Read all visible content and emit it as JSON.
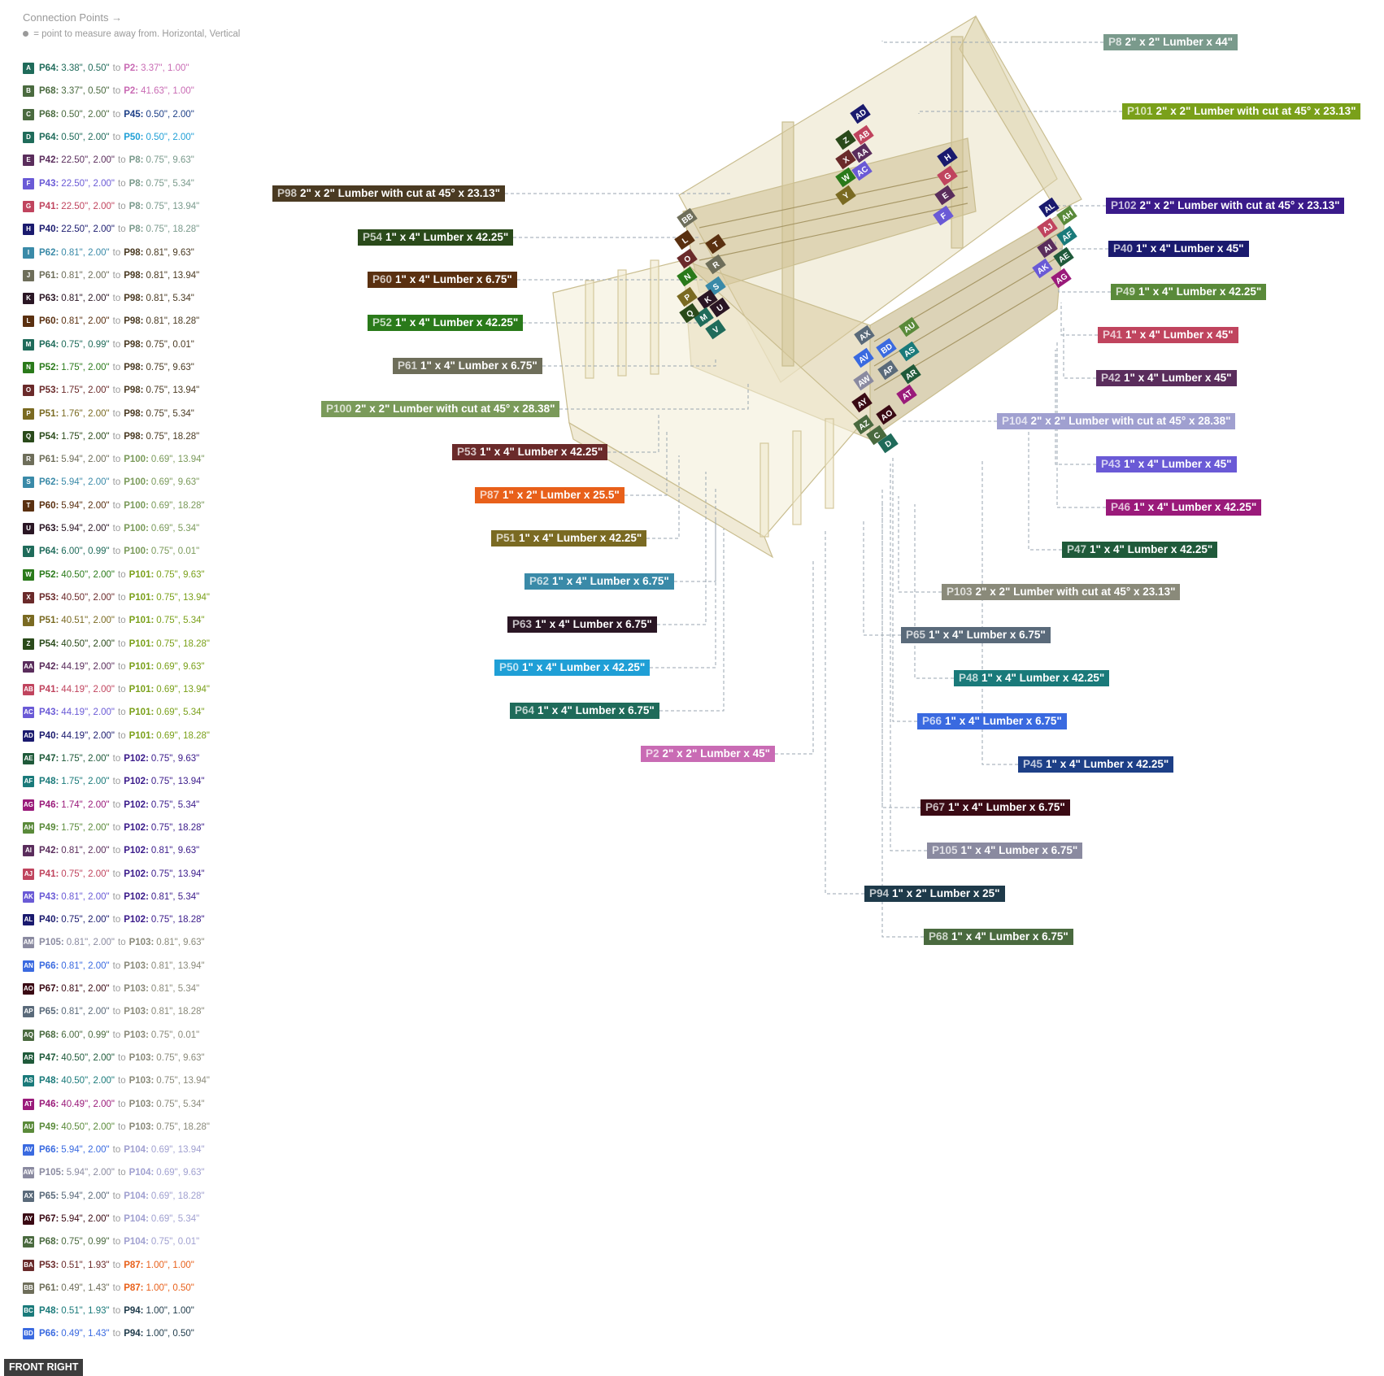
{
  "legend": {
    "title": "Connection Points →",
    "subtitle": "= point to measure away from. Horizontal, Vertical",
    "connector": "to",
    "rows": [
      {
        "id": "A",
        "color": "#1f6b5a",
        "a_part": "P64",
        "a_color": "#1f6b5a",
        "a_val": "3.38\", 0.50\"",
        "b_part": "P2",
        "b_color": "#c96bb4",
        "b_val": "3.37\", 1.00\""
      },
      {
        "id": "B",
        "color": "#4a6a3f",
        "a_part": "P68",
        "a_color": "#4a6a3f",
        "a_val": "3.37\", 0.50\"",
        "b_part": "P2",
        "b_color": "#c96bb4",
        "b_val": "41.63\", 1.00\""
      },
      {
        "id": "C",
        "color": "#4a6a3f",
        "a_part": "P68",
        "a_color": "#4a6a3f",
        "a_val": "0.50\", 2.00\"",
        "b_part": "P45",
        "b_color": "#1d3f87",
        "b_val": "0.50\", 2.00\""
      },
      {
        "id": "D",
        "color": "#1f6b5a",
        "a_part": "P64",
        "a_color": "#1f6b5a",
        "a_val": "0.50\", 2.00\"",
        "b_part": "P50",
        "b_color": "#1f9fd6",
        "b_val": "0.50\", 2.00\""
      },
      {
        "id": "E",
        "color": "#5a2d5c",
        "a_part": "P42",
        "a_color": "#5a2d5c",
        "a_val": "22.50\", 2.00\"",
        "b_part": "P8",
        "b_color": "#7a9a8c",
        "b_val": "0.75\", 9.63\""
      },
      {
        "id": "F",
        "color": "#6a5ad6",
        "a_part": "P43",
        "a_color": "#6a5ad6",
        "a_val": "22.50\", 2.00\"",
        "b_part": "P8",
        "b_color": "#7a9a8c",
        "b_val": "0.75\", 5.34\""
      },
      {
        "id": "G",
        "color": "#c0445e",
        "a_part": "P41",
        "a_color": "#c0445e",
        "a_val": "22.50\", 2.00\"",
        "b_part": "P8",
        "b_color": "#7a9a8c",
        "b_val": "0.75\", 13.94\""
      },
      {
        "id": "H",
        "color": "#1a1a6e",
        "a_part": "P40",
        "a_color": "#1a1a6e",
        "a_val": "22.50\", 2.00\"",
        "b_part": "P8",
        "b_color": "#7a9a8c",
        "b_val": "0.75\", 18.28\""
      },
      {
        "id": "I",
        "color": "#3a8aa8",
        "a_part": "P62",
        "a_color": "#3a8aa8",
        "a_val": "0.81\", 2.00\"",
        "b_part": "P98",
        "b_color": "#4a3a22",
        "b_val": "0.81\", 9.63\""
      },
      {
        "id": "J",
        "color": "#6e6e5a",
        "a_part": "P61",
        "a_color": "#6e6e5a",
        "a_val": "0.81\", 2.00\"",
        "b_part": "P98",
        "b_color": "#4a3a22",
        "b_val": "0.81\", 13.94\""
      },
      {
        "id": "K",
        "color": "#2a1624",
        "a_part": "P63",
        "a_color": "#2a1624",
        "a_val": "0.81\", 2.00\"",
        "b_part": "P98",
        "b_color": "#4a3a22",
        "b_val": "0.81\", 5.34\""
      },
      {
        "id": "L",
        "color": "#5a3010",
        "a_part": "P60",
        "a_color": "#5a3010",
        "a_val": "0.81\", 2.00\"",
        "b_part": "P98",
        "b_color": "#4a3a22",
        "b_val": "0.81\", 18.28\""
      },
      {
        "id": "M",
        "color": "#1f6b5a",
        "a_part": "P64",
        "a_color": "#1f6b5a",
        "a_val": "0.75\", 0.99\"",
        "b_part": "P98",
        "b_color": "#4a3a22",
        "b_val": "0.75\", 0.01\""
      },
      {
        "id": "N",
        "color": "#2a7a1a",
        "a_part": "P52",
        "a_color": "#2a7a1a",
        "a_val": "1.75\", 2.00\"",
        "b_part": "P98",
        "b_color": "#4a3a22",
        "b_val": "0.75\", 9.63\""
      },
      {
        "id": "O",
        "color": "#6a2a2a",
        "a_part": "P53",
        "a_color": "#6a2a2a",
        "a_val": "1.75\", 2.00\"",
        "b_part": "P98",
        "b_color": "#4a3a22",
        "b_val": "0.75\", 13.94\""
      },
      {
        "id": "P",
        "color": "#7a6a22",
        "a_part": "P51",
        "a_color": "#7a6a22",
        "a_val": "1.76\", 2.00\"",
        "b_part": "P98",
        "b_color": "#4a3a22",
        "b_val": "0.75\", 5.34\""
      },
      {
        "id": "Q",
        "color": "#2a4a1a",
        "a_part": "P54",
        "a_color": "#2a4a1a",
        "a_val": "1.75\", 2.00\"",
        "b_part": "P98",
        "b_color": "#4a3a22",
        "b_val": "0.75\", 18.28\""
      },
      {
        "id": "R",
        "color": "#6e6e5a",
        "a_part": "P61",
        "a_color": "#6e6e5a",
        "a_val": "5.94\", 2.00\"",
        "b_part": "P100",
        "b_color": "#7a9a5a",
        "b_val": "0.69\", 13.94\""
      },
      {
        "id": "S",
        "color": "#3a8aa8",
        "a_part": "P62",
        "a_color": "#3a8aa8",
        "a_val": "5.94\", 2.00\"",
        "b_part": "P100",
        "b_color": "#7a9a5a",
        "b_val": "0.69\", 9.63\""
      },
      {
        "id": "T",
        "color": "#5a3010",
        "a_part": "P60",
        "a_color": "#5a3010",
        "a_val": "5.94\", 2.00\"",
        "b_part": "P100",
        "b_color": "#7a9a5a",
        "b_val": "0.69\", 18.28\""
      },
      {
        "id": "U",
        "color": "#2a1624",
        "a_part": "P63",
        "a_color": "#2a1624",
        "a_val": "5.94\", 2.00\"",
        "b_part": "P100",
        "b_color": "#7a9a5a",
        "b_val": "0.69\", 5.34\""
      },
      {
        "id": "V",
        "color": "#1f6b5a",
        "a_part": "P64",
        "a_color": "#1f6b5a",
        "a_val": "6.00\", 0.99\"",
        "b_part": "P100",
        "b_color": "#7a9a5a",
        "b_val": "0.75\", 0.01\""
      },
      {
        "id": "W",
        "color": "#2a7a1a",
        "a_part": "P52",
        "a_color": "#2a7a1a",
        "a_val": "40.50\", 2.00\"",
        "b_part": "P101",
        "b_color": "#7aa01a",
        "b_val": "0.75\", 9.63\""
      },
      {
        "id": "X",
        "color": "#6a2a2a",
        "a_part": "P53",
        "a_color": "#6a2a2a",
        "a_val": "40.50\", 2.00\"",
        "b_part": "P101",
        "b_color": "#7aa01a",
        "b_val": "0.75\", 13.94\""
      },
      {
        "id": "Y",
        "color": "#7a6a22",
        "a_part": "P51",
        "a_color": "#7a6a22",
        "a_val": "40.51\", 2.00\"",
        "b_part": "P101",
        "b_color": "#7aa01a",
        "b_val": "0.75\", 5.34\""
      },
      {
        "id": "Z",
        "color": "#2a4a1a",
        "a_part": "P54",
        "a_color": "#2a4a1a",
        "a_val": "40.50\", 2.00\"",
        "b_part": "P101",
        "b_color": "#7aa01a",
        "b_val": "0.75\", 18.28\""
      },
      {
        "id": "AA",
        "color": "#5a2d5c",
        "a_part": "P42",
        "a_color": "#5a2d5c",
        "a_val": "44.19\", 2.00\"",
        "b_part": "P101",
        "b_color": "#7aa01a",
        "b_val": "0.69\", 9.63\""
      },
      {
        "id": "AB",
        "color": "#c0445e",
        "a_part": "P41",
        "a_color": "#c0445e",
        "a_val": "44.19\", 2.00\"",
        "b_part": "P101",
        "b_color": "#7aa01a",
        "b_val": "0.69\", 13.94\""
      },
      {
        "id": "AC",
        "color": "#6a5ad6",
        "a_part": "P43",
        "a_color": "#6a5ad6",
        "a_val": "44.19\", 2.00\"",
        "b_part": "P101",
        "b_color": "#7aa01a",
        "b_val": "0.69\", 5.34\""
      },
      {
        "id": "AD",
        "color": "#1a1a6e",
        "a_part": "P40",
        "a_color": "#1a1a6e",
        "a_val": "44.19\", 2.00\"",
        "b_part": "P101",
        "b_color": "#7aa01a",
        "b_val": "0.69\", 18.28\""
      },
      {
        "id": "AE",
        "color": "#1f5a3a",
        "a_part": "P47",
        "a_color": "#1f5a3a",
        "a_val": "1.75\", 2.00\"",
        "b_part": "P102",
        "b_color": "#3a1a8a",
        "b_val": "0.75\", 9.63\""
      },
      {
        "id": "AF",
        "color": "#1a7a7a",
        "a_part": "P48",
        "a_color": "#1a7a7a",
        "a_val": "1.75\", 2.00\"",
        "b_part": "P102",
        "b_color": "#3a1a8a",
        "b_val": "0.75\", 13.94\""
      },
      {
        "id": "AG",
        "color": "#9a1a7a",
        "a_part": "P46",
        "a_color": "#9a1a7a",
        "a_val": "1.74\", 2.00\"",
        "b_part": "P102",
        "b_color": "#3a1a8a",
        "b_val": "0.75\", 5.34\""
      },
      {
        "id": "AH",
        "color": "#5a8a3a",
        "a_part": "P49",
        "a_color": "#5a8a3a",
        "a_val": "1.75\", 2.00\"",
        "b_part": "P102",
        "b_color": "#3a1a8a",
        "b_val": "0.75\", 18.28\""
      },
      {
        "id": "AI",
        "color": "#5a2d5c",
        "a_part": "P42",
        "a_color": "#5a2d5c",
        "a_val": "0.81\", 2.00\"",
        "b_part": "P102",
        "b_color": "#3a1a8a",
        "b_val": "0.81\", 9.63\""
      },
      {
        "id": "AJ",
        "color": "#c0445e",
        "a_part": "P41",
        "a_color": "#c0445e",
        "a_val": "0.75\", 2.00\"",
        "b_part": "P102",
        "b_color": "#3a1a8a",
        "b_val": "0.75\", 13.94\""
      },
      {
        "id": "AK",
        "color": "#6a5ad6",
        "a_part": "P43",
        "a_color": "#6a5ad6",
        "a_val": "0.81\", 2.00\"",
        "b_part": "P102",
        "b_color": "#3a1a8a",
        "b_val": "0.81\", 5.34\""
      },
      {
        "id": "AL",
        "color": "#1a1a6e",
        "a_part": "P40",
        "a_color": "#1a1a6e",
        "a_val": "0.75\", 2.00\"",
        "b_part": "P102",
        "b_color": "#3a1a8a",
        "b_val": "0.75\", 18.28\""
      },
      {
        "id": "AM",
        "color": "#8a8aa0",
        "a_part": "P105",
        "a_color": "#8a8aa0",
        "a_val": "0.81\", 2.00\"",
        "b_part": "P103",
        "b_color": "#8a8a7a",
        "b_val": "0.81\", 9.63\""
      },
      {
        "id": "AN",
        "color": "#3a6ae0",
        "a_part": "P66",
        "a_color": "#3a6ae0",
        "a_val": "0.81\", 2.00\"",
        "b_part": "P103",
        "b_color": "#8a8a7a",
        "b_val": "0.81\", 13.94\""
      },
      {
        "id": "AO",
        "color": "#3a0a14",
        "a_part": "P67",
        "a_color": "#3a0a14",
        "a_val": "0.81\", 2.00\"",
        "b_part": "P103",
        "b_color": "#8a8a7a",
        "b_val": "0.81\", 5.34\""
      },
      {
        "id": "AP",
        "color": "#5a6a7a",
        "a_part": "P65",
        "a_color": "#5a6a7a",
        "a_val": "0.81\", 2.00\"",
        "b_part": "P103",
        "b_color": "#8a8a7a",
        "b_val": "0.81\", 18.28\""
      },
      {
        "id": "AQ",
        "color": "#4a6a3f",
        "a_part": "P68",
        "a_color": "#4a6a3f",
        "a_val": "6.00\", 0.99\"",
        "b_part": "P103",
        "b_color": "#8a8a7a",
        "b_val": "0.75\", 0.01\""
      },
      {
        "id": "AR",
        "color": "#1f5a3a",
        "a_part": "P47",
        "a_color": "#1f5a3a",
        "a_val": "40.50\", 2.00\"",
        "b_part": "P103",
        "b_color": "#8a8a7a",
        "b_val": "0.75\", 9.63\""
      },
      {
        "id": "AS",
        "color": "#1a7a7a",
        "a_part": "P48",
        "a_color": "#1a7a7a",
        "a_val": "40.50\", 2.00\"",
        "b_part": "P103",
        "b_color": "#8a8a7a",
        "b_val": "0.75\", 13.94\""
      },
      {
        "id": "AT",
        "color": "#9a1a7a",
        "a_part": "P46",
        "a_color": "#9a1a7a",
        "a_val": "40.49\", 2.00\"",
        "b_part": "P103",
        "b_color": "#8a8a7a",
        "b_val": "0.75\", 5.34\""
      },
      {
        "id": "AU",
        "color": "#5a8a3a",
        "a_part": "P49",
        "a_color": "#5a8a3a",
        "a_val": "40.50\", 2.00\"",
        "b_part": "P103",
        "b_color": "#8a8a7a",
        "b_val": "0.75\", 18.28\""
      },
      {
        "id": "AV",
        "color": "#3a6ae0",
        "a_part": "P66",
        "a_color": "#3a6ae0",
        "a_val": "5.94\", 2.00\"",
        "b_part": "P104",
        "b_color": "#a0a0d0",
        "b_val": "0.69\", 13.94\""
      },
      {
        "id": "AW",
        "color": "#8a8aa0",
        "a_part": "P105",
        "a_color": "#8a8aa0",
        "a_val": "5.94\", 2.00\"",
        "b_part": "P104",
        "b_color": "#a0a0d0",
        "b_val": "0.69\", 9.63\""
      },
      {
        "id": "AX",
        "color": "#5a6a7a",
        "a_part": "P65",
        "a_color": "#5a6a7a",
        "a_val": "5.94\", 2.00\"",
        "b_part": "P104",
        "b_color": "#a0a0d0",
        "b_val": "0.69\", 18.28\""
      },
      {
        "id": "AY",
        "color": "#3a0a14",
        "a_part": "P67",
        "a_color": "#3a0a14",
        "a_val": "5.94\", 2.00\"",
        "b_part": "P104",
        "b_color": "#a0a0d0",
        "b_val": "0.69\", 5.34\""
      },
      {
        "id": "AZ",
        "color": "#4a6a3f",
        "a_part": "P68",
        "a_color": "#4a6a3f",
        "a_val": "0.75\", 0.99\"",
        "b_part": "P104",
        "b_color": "#a0a0d0",
        "b_val": "0.75\", 0.01\""
      },
      {
        "id": "BA",
        "color": "#6a2a2a",
        "a_part": "P53",
        "a_color": "#6a2a2a",
        "a_val": "0.51\", 1.93\"",
        "b_part": "P87",
        "b_color": "#e8601a",
        "b_val": "1.00\", 1.00\""
      },
      {
        "id": "BB",
        "color": "#6e6e5a",
        "a_part": "P61",
        "a_color": "#6e6e5a",
        "a_val": "0.49\", 1.43\"",
        "b_part": "P87",
        "b_color": "#e8601a",
        "b_val": "1.00\", 0.50\""
      },
      {
        "id": "BC",
        "color": "#1a7a7a",
        "a_part": "P48",
        "a_color": "#1a7a7a",
        "a_val": "0.51\", 1.93\"",
        "b_part": "P94",
        "b_color": "#1e3a4a",
        "b_val": "1.00\", 1.00\""
      },
      {
        "id": "BD",
        "color": "#3a6ae0",
        "a_part": "P66",
        "a_color": "#3a6ae0",
        "a_val": "0.49\", 1.43\"",
        "b_part": "P94",
        "b_color": "#1e3a4a",
        "b_val": "1.00\", 0.50\""
      }
    ]
  },
  "part_labels": [
    {
      "id": "P8",
      "desc": "2\" x 2\" Lumber x 44\"",
      "color": "#7a9a8c"
    },
    {
      "id": "P101",
      "desc": "2\" x 2\" Lumber with cut at 45° x 23.13\"",
      "color": "#7aa01a"
    },
    {
      "id": "P98",
      "desc": "2\" x 2\" Lumber with cut at 45° x 23.13\"",
      "color": "#4a3a22"
    },
    {
      "id": "P102",
      "desc": "2\" x 2\" Lumber with cut at 45° x 23.13\"",
      "color": "#3a1a8a"
    },
    {
      "id": "P54",
      "desc": "1\" x 4\" Lumber  x 42.25\"",
      "color": "#2a4a1a"
    },
    {
      "id": "P40",
      "desc": "1\" x 4\" Lumber  x 45\"",
      "color": "#1a1a6e"
    },
    {
      "id": "P60",
      "desc": "1\" x 4\" Lumber  x 6.75\"",
      "color": "#5a3010"
    },
    {
      "id": "P49",
      "desc": "1\" x 4\" Lumber  x 42.25\"",
      "color": "#5a8a3a"
    },
    {
      "id": "P52",
      "desc": "1\" x 4\" Lumber  x 42.25\"",
      "color": "#2a7a1a"
    },
    {
      "id": "P41",
      "desc": "1\" x 4\" Lumber  x 45\"",
      "color": "#c0445e"
    },
    {
      "id": "P61",
      "desc": "1\" x 4\" Lumber  x 6.75\"",
      "color": "#6e6e5a"
    },
    {
      "id": "P42",
      "desc": "1\" x 4\" Lumber  x 45\"",
      "color": "#5a2d5c"
    },
    {
      "id": "P100",
      "desc": "2\" x 2\" Lumber with cut at 45° x 28.38\"",
      "color": "#7a9a5a"
    },
    {
      "id": "P104",
      "desc": "2\" x 2\" Lumber with cut at 45° x 28.38\"",
      "color": "#a0a0d0"
    },
    {
      "id": "P53",
      "desc": "1\" x 4\" Lumber  x 42.25\"",
      "color": "#6a2a2a"
    },
    {
      "id": "P43",
      "desc": "1\" x 4\" Lumber  x 45\"",
      "color": "#6a5ad6"
    },
    {
      "id": "P87",
      "desc": "1\" x 2\" Lumber x 25.5\"",
      "color": "#e8601a"
    },
    {
      "id": "P46",
      "desc": "1\" x 4\" Lumber  x 42.25\"",
      "color": "#9a1a7a"
    },
    {
      "id": "P51",
      "desc": "1\" x 4\" Lumber  x 42.25\"",
      "color": "#7a6a22"
    },
    {
      "id": "P47",
      "desc": "1\" x 4\" Lumber  x 42.25\"",
      "color": "#1f5a3a"
    },
    {
      "id": "P62",
      "desc": "1\" x 4\" Lumber  x 6.75\"",
      "color": "#3a8aa8"
    },
    {
      "id": "P103",
      "desc": "2\" x 2\" Lumber with cut at 45° x 23.13\"",
      "color": "#8a8a7a"
    },
    {
      "id": "P63",
      "desc": "1\" x 4\" Lumber  x 6.75\"",
      "color": "#2a1624"
    },
    {
      "id": "P65",
      "desc": "1\" x 4\" Lumber  x 6.75\"",
      "color": "#5a6a7a"
    },
    {
      "id": "P50",
      "desc": "1\" x 4\" Lumber  x 42.25\"",
      "color": "#1f9fd6"
    },
    {
      "id": "P48",
      "desc": "1\" x 4\" Lumber  x 42.25\"",
      "color": "#1a7a7a"
    },
    {
      "id": "P64",
      "desc": "1\" x 4\" Lumber  x 6.75\"",
      "color": "#1f6b5a"
    },
    {
      "id": "P66",
      "desc": "1\" x 4\" Lumber  x 6.75\"",
      "color": "#3a6ae0"
    },
    {
      "id": "P2",
      "desc": "2\" x 2\" Lumber x 45\"",
      "color": "#c96bb4"
    },
    {
      "id": "P45",
      "desc": "1\" x 4\" Lumber  x 42.25\"",
      "color": "#1d3f87"
    },
    {
      "id": "P67",
      "desc": "1\" x 4\" Lumber  x 6.75\"",
      "color": "#3a0a14"
    },
    {
      "id": "P105",
      "desc": "1\" x 4\" Lumber  x 6.75\"",
      "color": "#8a8aa0"
    },
    {
      "id": "P94",
      "desc": "1\" x 2\" Lumber x 25\"",
      "color": "#1e3a4a"
    },
    {
      "id": "P68",
      "desc": "1\" x 4\" Lumber  x 6.75\"",
      "color": "#4a6a3f"
    }
  ],
  "view_label": "FRONT RIGHT"
}
